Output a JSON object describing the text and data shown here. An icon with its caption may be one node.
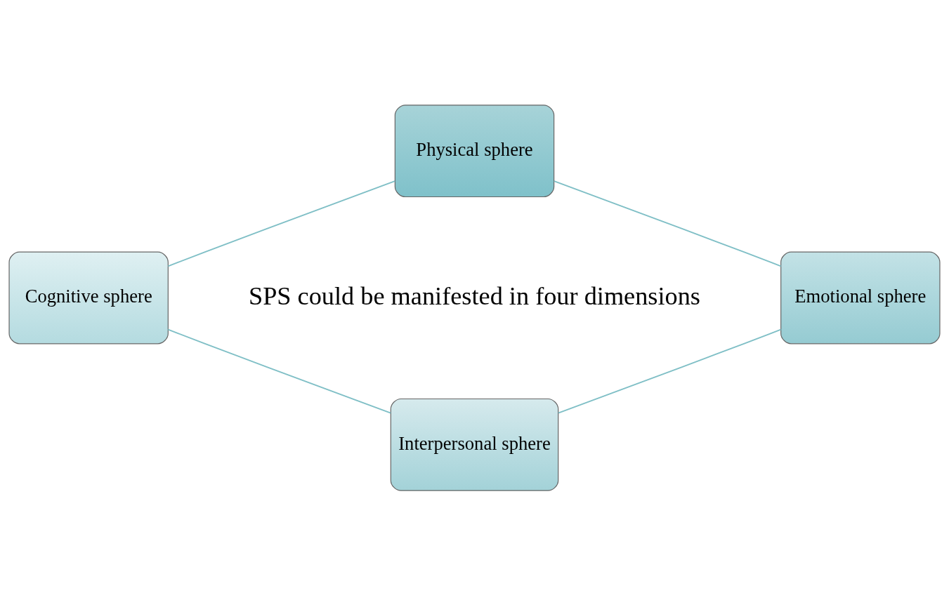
{
  "diagram": {
    "nodes": [
      {
        "text": [
          "Physical sphere"
        ]
      },
      {
        "text": [
          "Emotional sphere"
        ]
      },
      {
        "text": [
          "Interpersonal sphere"
        ]
      },
      {
        "text": [
          "Cognitive sphere"
        ]
      }
    ],
    "edges": [
      {
        "from": 0,
        "to": 1,
        "arrow": "none"
      },
      {
        "from": 1,
        "to": 2,
        "arrow": "none"
      },
      {
        "from": 2,
        "to": 3,
        "arrow": "none"
      },
      {
        "from": 3,
        "to": 0,
        "arrow": "none"
      }
    ],
    "labels": [
      "SPS could be manifested in four dimensions"
    ]
  }
}
